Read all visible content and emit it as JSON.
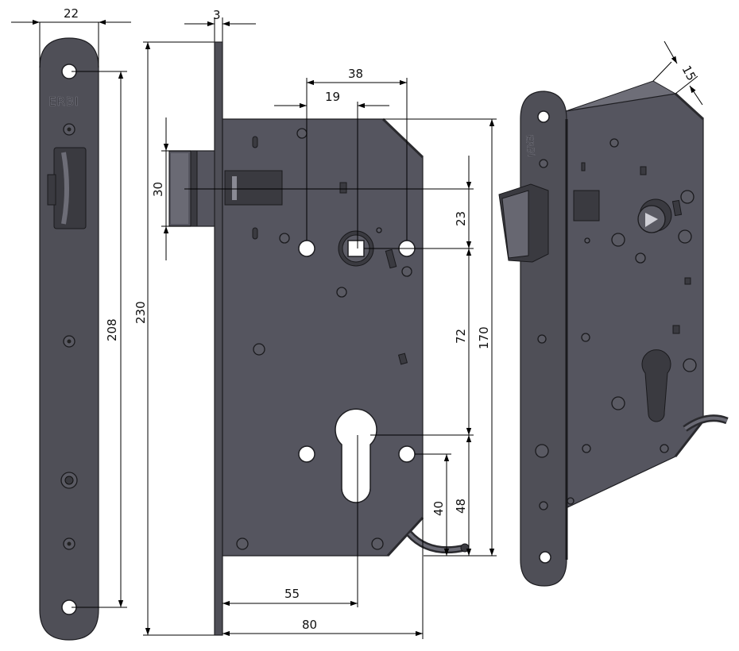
{
  "brand": "ERBI",
  "dimensions": {
    "faceplate_width": "22",
    "faceplate_thickness": "3",
    "latch_height": "30",
    "screw_spacing": "208",
    "total_height": "230",
    "spindle_to_left_hole": "19",
    "hole_spacing": "38",
    "spindle_to_top": "23",
    "spindle_to_cylinder": "72",
    "body_height": "170",
    "cylinder_to_bottom_hole": "40",
    "cylinder_to_bottom": "48",
    "backset": "55",
    "body_depth": "80",
    "body_width_3d": "15"
  },
  "colors": {
    "metal": "#55555f",
    "edge": "#1e1e22"
  }
}
